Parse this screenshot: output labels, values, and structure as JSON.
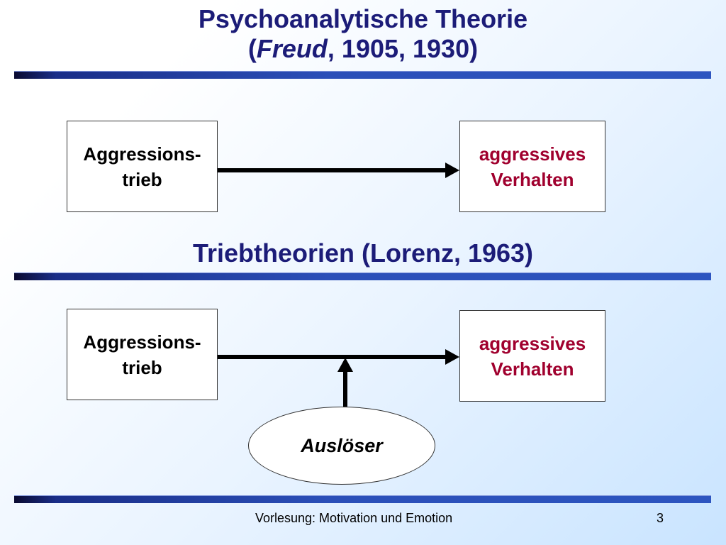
{
  "title1": {
    "line1": "Psychoanalytische Theorie",
    "line2_open": "(",
    "line2_italic": "Freud",
    "line2_rest": ", 1905, 1930)"
  },
  "title2": "Triebtheorien (Lorenz, 1963)",
  "diagram1": {
    "source": {
      "line1": "Aggressions-",
      "line2": "trieb"
    },
    "target": {
      "line1": "aggressives",
      "line2": "Verhalten"
    }
  },
  "diagram2": {
    "source": {
      "line1": "Aggressions-",
      "line2": "trieb"
    },
    "target": {
      "line1": "aggressives",
      "line2": "Verhalten"
    },
    "trigger": "Auslöser"
  },
  "footer": {
    "course": "Vorlesung: Motivation und Emotion",
    "page": "3"
  },
  "colors": {
    "title": "#1c1c78",
    "target_text": "#a0002e"
  }
}
